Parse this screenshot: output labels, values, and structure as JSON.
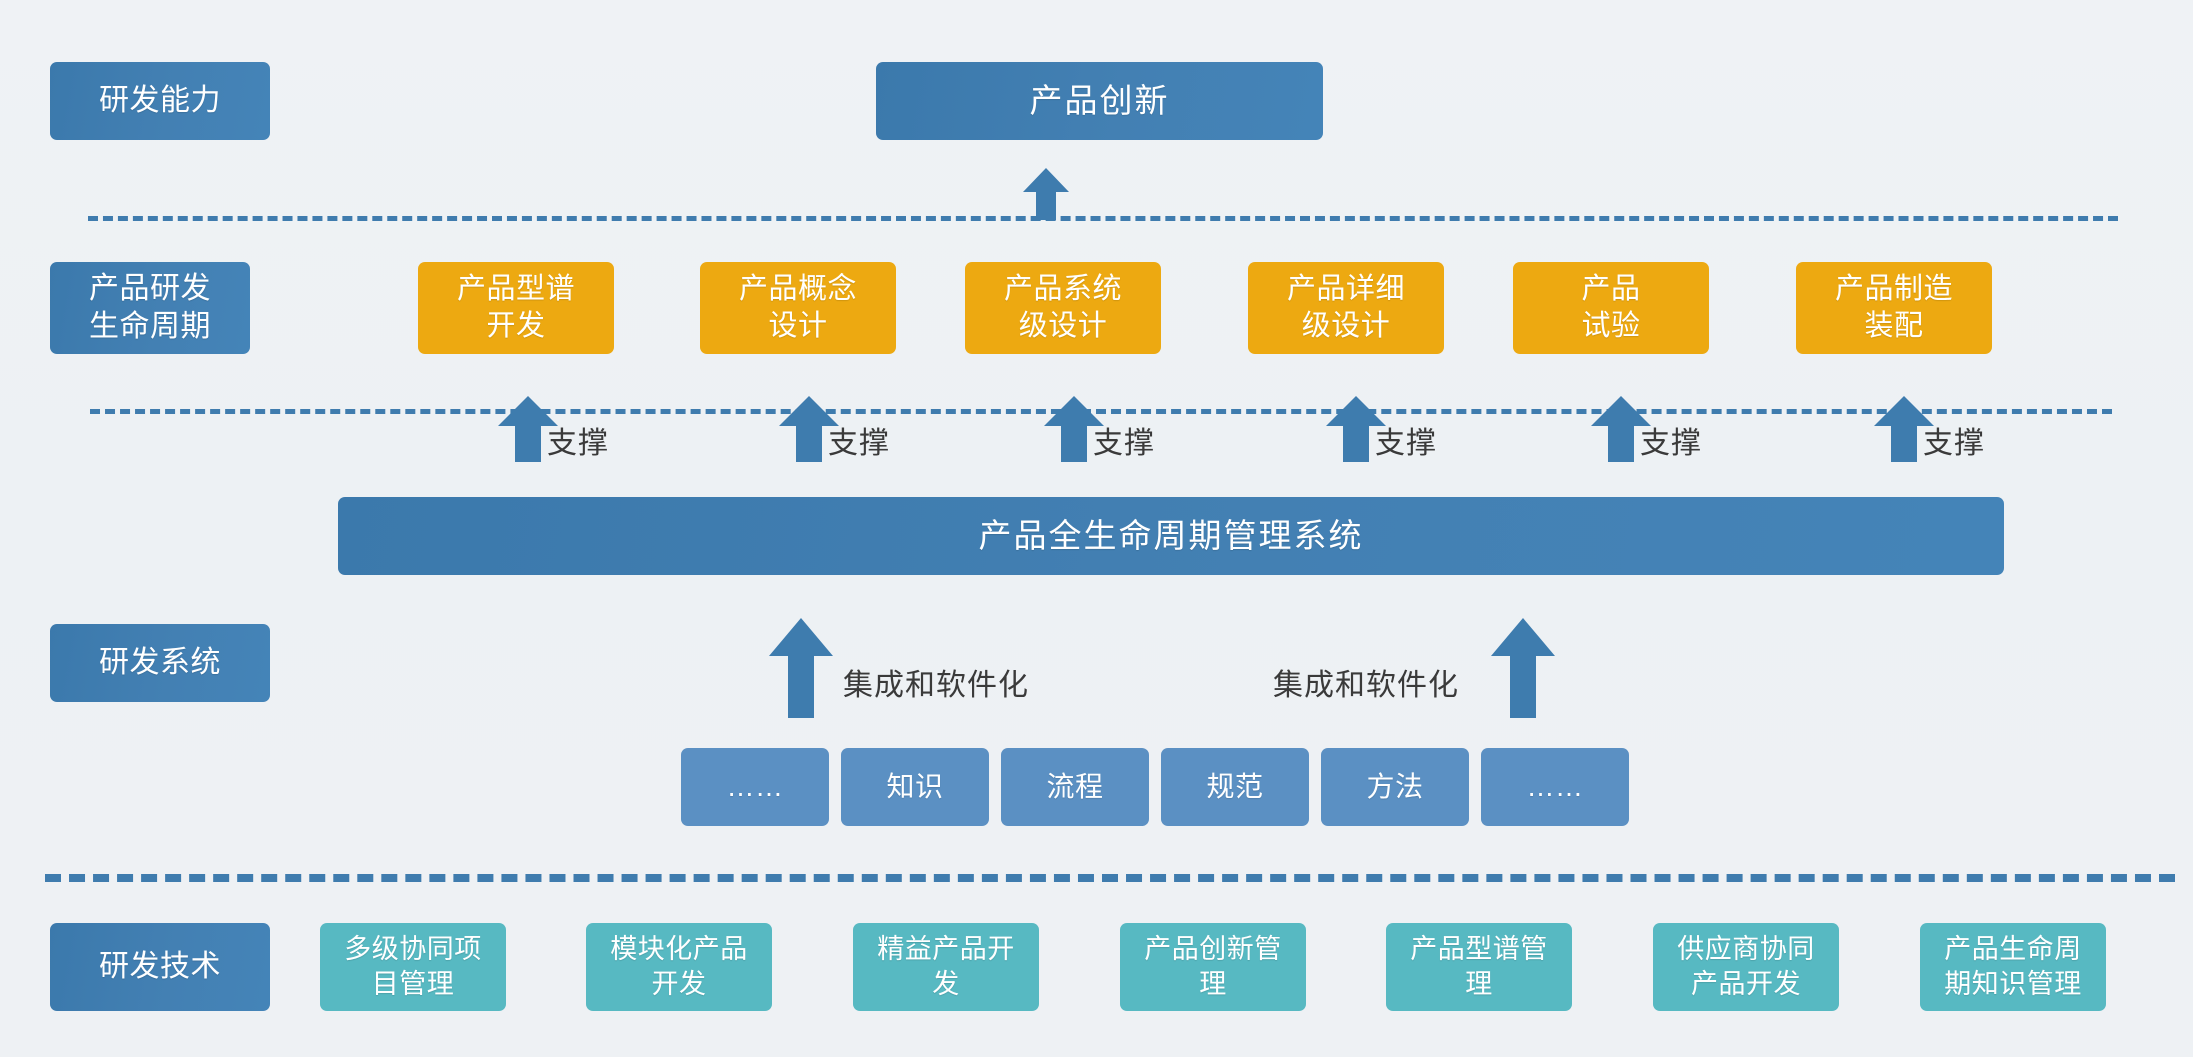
{
  "diagram": {
    "title_hidden": "",
    "colors": {
      "background": "#eef2f5",
      "blue": "#3e7cae",
      "orange": "#eda911",
      "teal": "#57b9c2",
      "light_blue": "#5b90c3",
      "dashed_line": "#3f7cae",
      "arrow": "#3e7cae",
      "label_text": "#3a3a3a"
    },
    "row_labels": [
      {
        "id": "rd-capability",
        "label": "研发能力"
      },
      {
        "id": "product-rd-lifecycle",
        "label": "产品研发\n生命周期"
      },
      {
        "id": "rd-system",
        "label": "研发系统"
      },
      {
        "id": "rd-technology",
        "label": "研发技术"
      }
    ],
    "top_node": {
      "id": "product-innovation",
      "label": "产品创新"
    },
    "lifecycle_stages": [
      {
        "id": "product-family-development",
        "label": "产品型谱\n开发",
        "support_label": "支撑"
      },
      {
        "id": "product-concept-design",
        "label": "产品概念\n设计",
        "support_label": "支撑"
      },
      {
        "id": "product-system-level-design",
        "label": "产品系统\n级设计",
        "support_label": "支撑"
      },
      {
        "id": "product-detail-level-design",
        "label": "产品详细\n级设计",
        "support_label": "支撑"
      },
      {
        "id": "product-test",
        "label": "产品\n试验",
        "support_label": "支撑"
      },
      {
        "id": "product-manufacturing-assembly",
        "label": "产品制造\n装配",
        "support_label": "支撑"
      }
    ],
    "plm_system": {
      "id": "plm-system",
      "label": "产品全生命周期管理系统"
    },
    "integration_labels": [
      {
        "id": "integration-left",
        "label": "集成和软件化"
      },
      {
        "id": "integration-right",
        "label": "集成和软件化"
      }
    ],
    "foundation_items": [
      {
        "id": "ellipsis-left",
        "label": "……"
      },
      {
        "id": "knowledge",
        "label": "知识"
      },
      {
        "id": "process",
        "label": "流程"
      },
      {
        "id": "standard",
        "label": "规范"
      },
      {
        "id": "method",
        "label": "方法"
      },
      {
        "id": "ellipsis-right",
        "label": "……"
      }
    ],
    "technology_items": [
      {
        "id": "multi-level-collaborative-project-management",
        "label": "多级协同项\n目管理"
      },
      {
        "id": "modular-product-development",
        "label": "模块化产品\n开发"
      },
      {
        "id": "lean-product-development",
        "label": "精益产品开\n发"
      },
      {
        "id": "product-innovation-management",
        "label": "产品创新管\n理"
      },
      {
        "id": "product-family-management",
        "label": "产品型谱管\n理"
      },
      {
        "id": "supplier-collaborative-product-development",
        "label": "供应商协同\n产品开发"
      },
      {
        "id": "product-lifecycle-knowledge-management",
        "label": "产品生命周\n期知识管理"
      }
    ]
  }
}
